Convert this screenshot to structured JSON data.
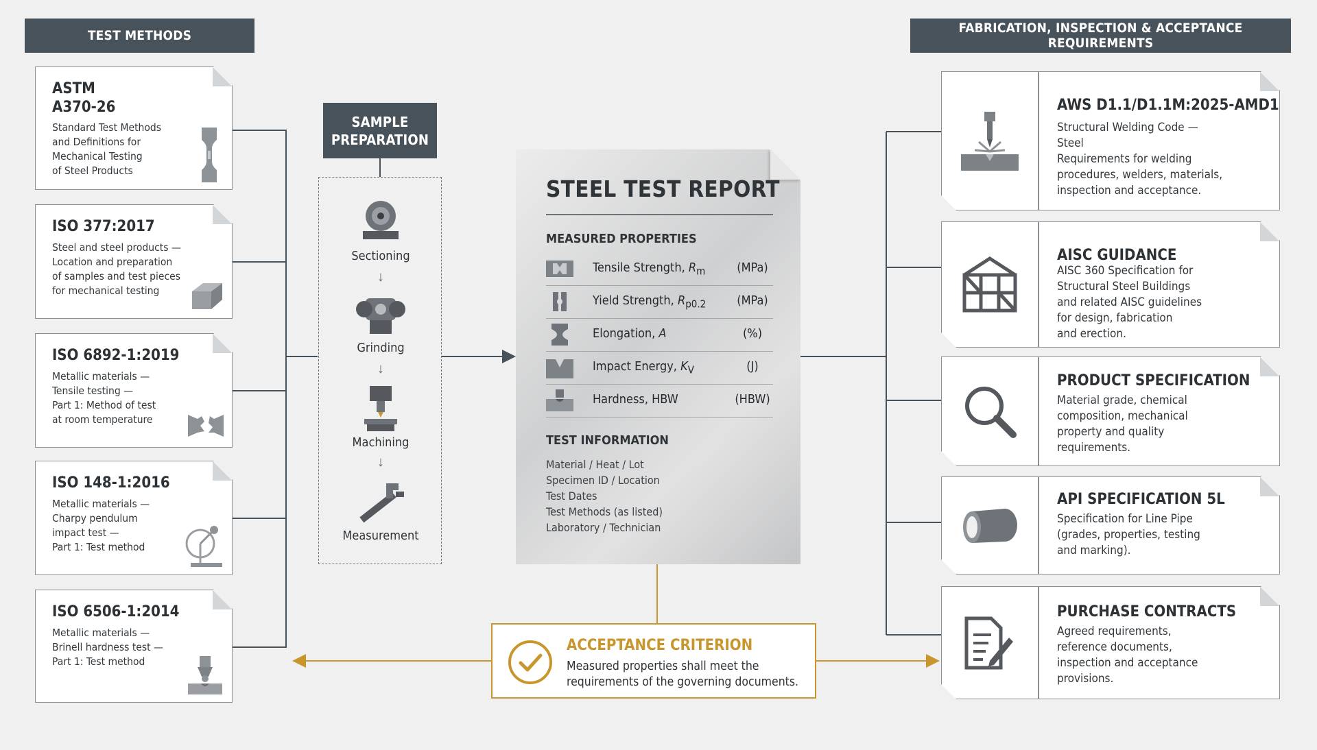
{
  "headers": {
    "left": "TEST METHODS",
    "right": "FABRICATION, INSPECTION & ACCEPTANCE REQUIREMENTS",
    "sample_prep": "SAMPLE\nPREPARATION"
  },
  "methods": [
    {
      "title": "ASTM\nA370-26",
      "desc": "Standard Test Methods\nand Definitions for\nMechanical Testing\nof Steel Products",
      "icon": "tensile-specimen-icon"
    },
    {
      "title": "ISO 377:2017",
      "desc": "Steel and steel products —\nLocation and preparation\nof samples and test pieces\nfor mechanical testing",
      "icon": "sample-block-icon"
    },
    {
      "title": "ISO 6892-1:2019",
      "desc": "Metallic materials —\nTensile testing —\nPart 1: Method of test\nat room temperature",
      "icon": "fractured-specimen-icon"
    },
    {
      "title": "ISO 148-1:2016",
      "desc": "Metallic materials —\nCharpy pendulum\nimpact test —\nPart 1: Test method",
      "icon": "pendulum-icon"
    },
    {
      "title": "ISO 6506-1:2014",
      "desc": "Metallic materials —\nBrinell hardness test —\nPart 1: Test method",
      "icon": "hardness-indenter-icon"
    }
  ],
  "prep_steps": [
    {
      "label": "Sectioning",
      "icon": "saw-icon"
    },
    {
      "label": "Grinding",
      "icon": "grinder-icon"
    },
    {
      "label": "Machining",
      "icon": "mill-icon"
    },
    {
      "label": "Measurement",
      "icon": "caliper-icon"
    }
  ],
  "report": {
    "title": "STEEL TEST REPORT",
    "measured_heading": "MEASURED PROPERTIES",
    "properties": [
      {
        "name": "Tensile Strength, ",
        "sym": "R",
        "sub": "m",
        "unit": "(MPa)",
        "icon": "tensile-icon"
      },
      {
        "name": "Yield Strength, ",
        "sym": "R",
        "sub": "p0.2",
        "unit": "(MPa)",
        "icon": "yield-icon"
      },
      {
        "name": "Elongation, ",
        "sym": "A",
        "sub": "",
        "unit": "(%)",
        "icon": "elongation-icon"
      },
      {
        "name": "Impact Energy, ",
        "sym": "K",
        "sub": "V",
        "unit": "(J)",
        "icon": "notch-icon"
      },
      {
        "name": "Hardness, HBW",
        "sym": "",
        "sub": "",
        "unit": "(HBW)",
        "icon": "indent-icon"
      }
    ],
    "info_heading": "TEST INFORMATION",
    "info": [
      "Material / Heat / Lot",
      "Specimen ID / Location",
      "Test Dates",
      "Test Methods (as listed)",
      "Laboratory / Technician"
    ]
  },
  "acceptance": {
    "title": "ACCEPTANCE CRITERION",
    "desc": "Measured properties shall meet the\nrequirements of the governing documents.",
    "color": "#c8962c"
  },
  "requirements": [
    {
      "title": "AWS D1.1/D1.1M:2025-AMD1",
      "desc": "Structural Welding Code —\nSteel\nRequirements for welding\nprocedures, welders, materials,\ninspection and acceptance.",
      "icon": "welding-torch-icon"
    },
    {
      "title": "AISC GUIDANCE",
      "desc": "AISC 360 Specification for\nStructural Steel Buildings\nand related AISC guidelines\nfor design, fabrication\nand erection.",
      "icon": "steel-frame-icon"
    },
    {
      "title": "PRODUCT SPECIFICATION",
      "desc": "Material grade, chemical\ncomposition, mechanical\nproperty and quality\nrequirements.",
      "icon": "magnifier-icon"
    },
    {
      "title": "API SPECIFICATION 5L",
      "desc": "Specification for Line Pipe\n(grades, properties, testing\nand marking).",
      "icon": "pipe-icon"
    },
    {
      "title": "PURCHASE CONTRACTS",
      "desc": "Agreed requirements,\nreference documents,\ninspection and acceptance\nprovisions.",
      "icon": "contract-icon"
    }
  ]
}
